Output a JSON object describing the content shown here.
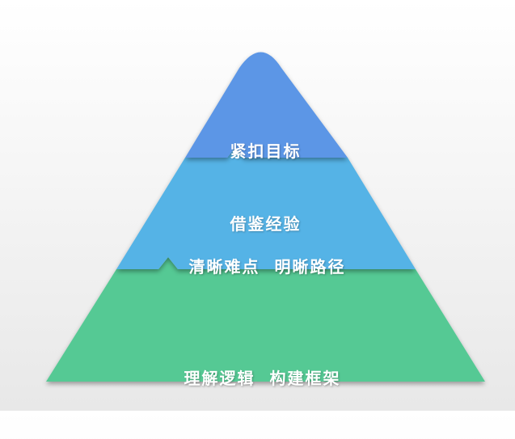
{
  "pyramid": {
    "levels": [
      {
        "id": "top",
        "lines": [
          "紧扣目标",
          "借鉴经验"
        ],
        "color": "#5b96e6"
      },
      {
        "id": "middle",
        "lines": [
          "清晰难点  明晰路径"
        ],
        "color": "#55b3e6"
      },
      {
        "id": "bottom",
        "lines": [
          "理解逻辑  构建框架"
        ],
        "color": "#55c994"
      }
    ]
  }
}
